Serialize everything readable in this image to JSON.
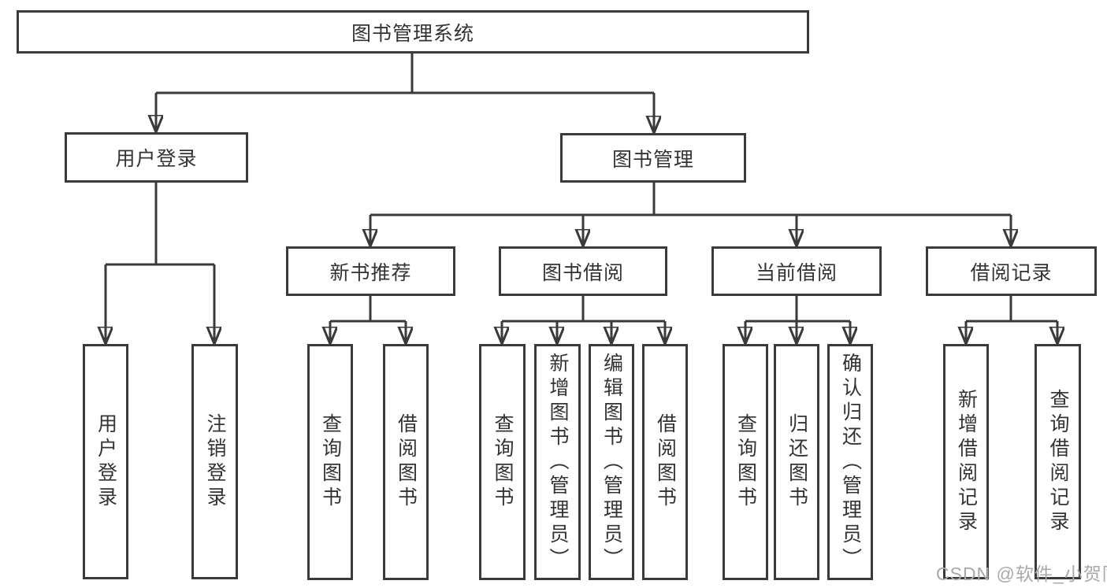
{
  "tree": {
    "root": "图书管理系统",
    "branches": [
      {
        "label": "用户登录",
        "children": [
          "用户登录",
          "注销登录"
        ]
      },
      {
        "label": "图书管理",
        "sub": [
          {
            "label": "新书推荐",
            "children": [
              "查询图书",
              "借阅图书"
            ]
          },
          {
            "label": "图书借阅",
            "children": [
              "查询图书",
              "新增图书（管理员）",
              "编辑图书（管理员）",
              "借阅图书"
            ]
          },
          {
            "label": "当前借阅",
            "children": [
              "查询图书",
              "归还图书",
              "确认归还（管理员）"
            ]
          },
          {
            "label": "借阅记录",
            "children": [
              "新增借阅记录",
              "查询借阅记录"
            ]
          }
        ]
      }
    ]
  },
  "watermark": {
    "text": "CSDN @软件_小贺同学"
  },
  "colors": {
    "line": "#3a3a3a",
    "node_border": "#3a3a3a",
    "text": "#333333",
    "watermark": "#a9a9a9",
    "background": "#ffffff"
  }
}
